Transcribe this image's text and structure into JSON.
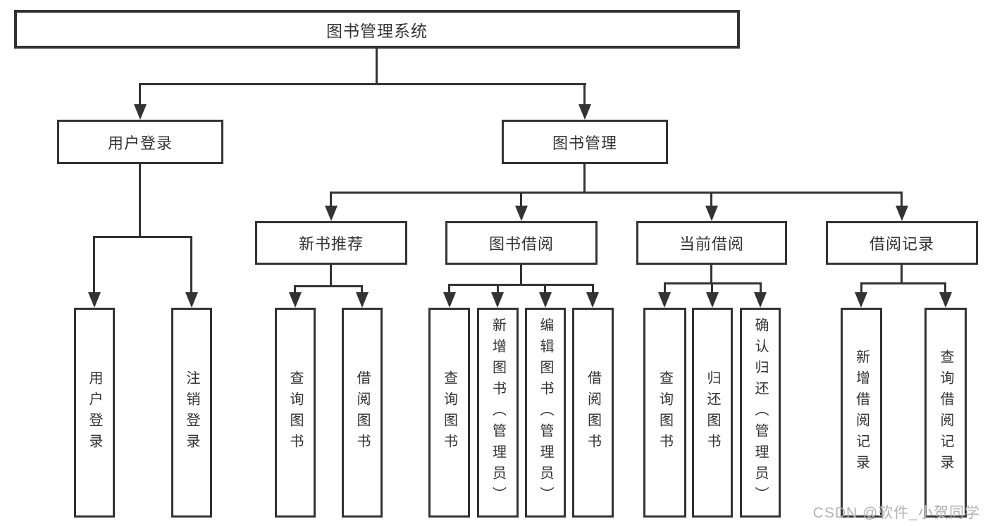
{
  "tree": {
    "label": "图书管理系统",
    "children": [
      {
        "label": "用户登录",
        "children": [
          {
            "label": "用户登录"
          },
          {
            "label": "注销登录"
          }
        ]
      },
      {
        "label": "图书管理",
        "children": [
          {
            "label": "新书推荐",
            "children": [
              {
                "label": "查询图书"
              },
              {
                "label": "借阅图书"
              }
            ]
          },
          {
            "label": "图书借阅",
            "children": [
              {
                "label": "查询图书"
              },
              {
                "label": "新增图书（管理员）"
              },
              {
                "label": "编辑图书（管理员）"
              },
              {
                "label": "借阅图书"
              }
            ]
          },
          {
            "label": "当前借阅",
            "children": [
              {
                "label": "查询图书"
              },
              {
                "label": "归还图书"
              },
              {
                "label": "确认归还（管理员）"
              }
            ]
          },
          {
            "label": "借阅记录",
            "children": [
              {
                "label": "新增借阅记录"
              },
              {
                "label": "查询借阅记录"
              }
            ]
          }
        ]
      }
    ]
  },
  "watermark": {
    "text": "CSDN @软件_小贺同学"
  },
  "colors": {
    "node_border": "#333333",
    "node_text": "#333333",
    "connector": "#333333",
    "background": "#ffffff",
    "watermark": "#b2b2b2"
  }
}
